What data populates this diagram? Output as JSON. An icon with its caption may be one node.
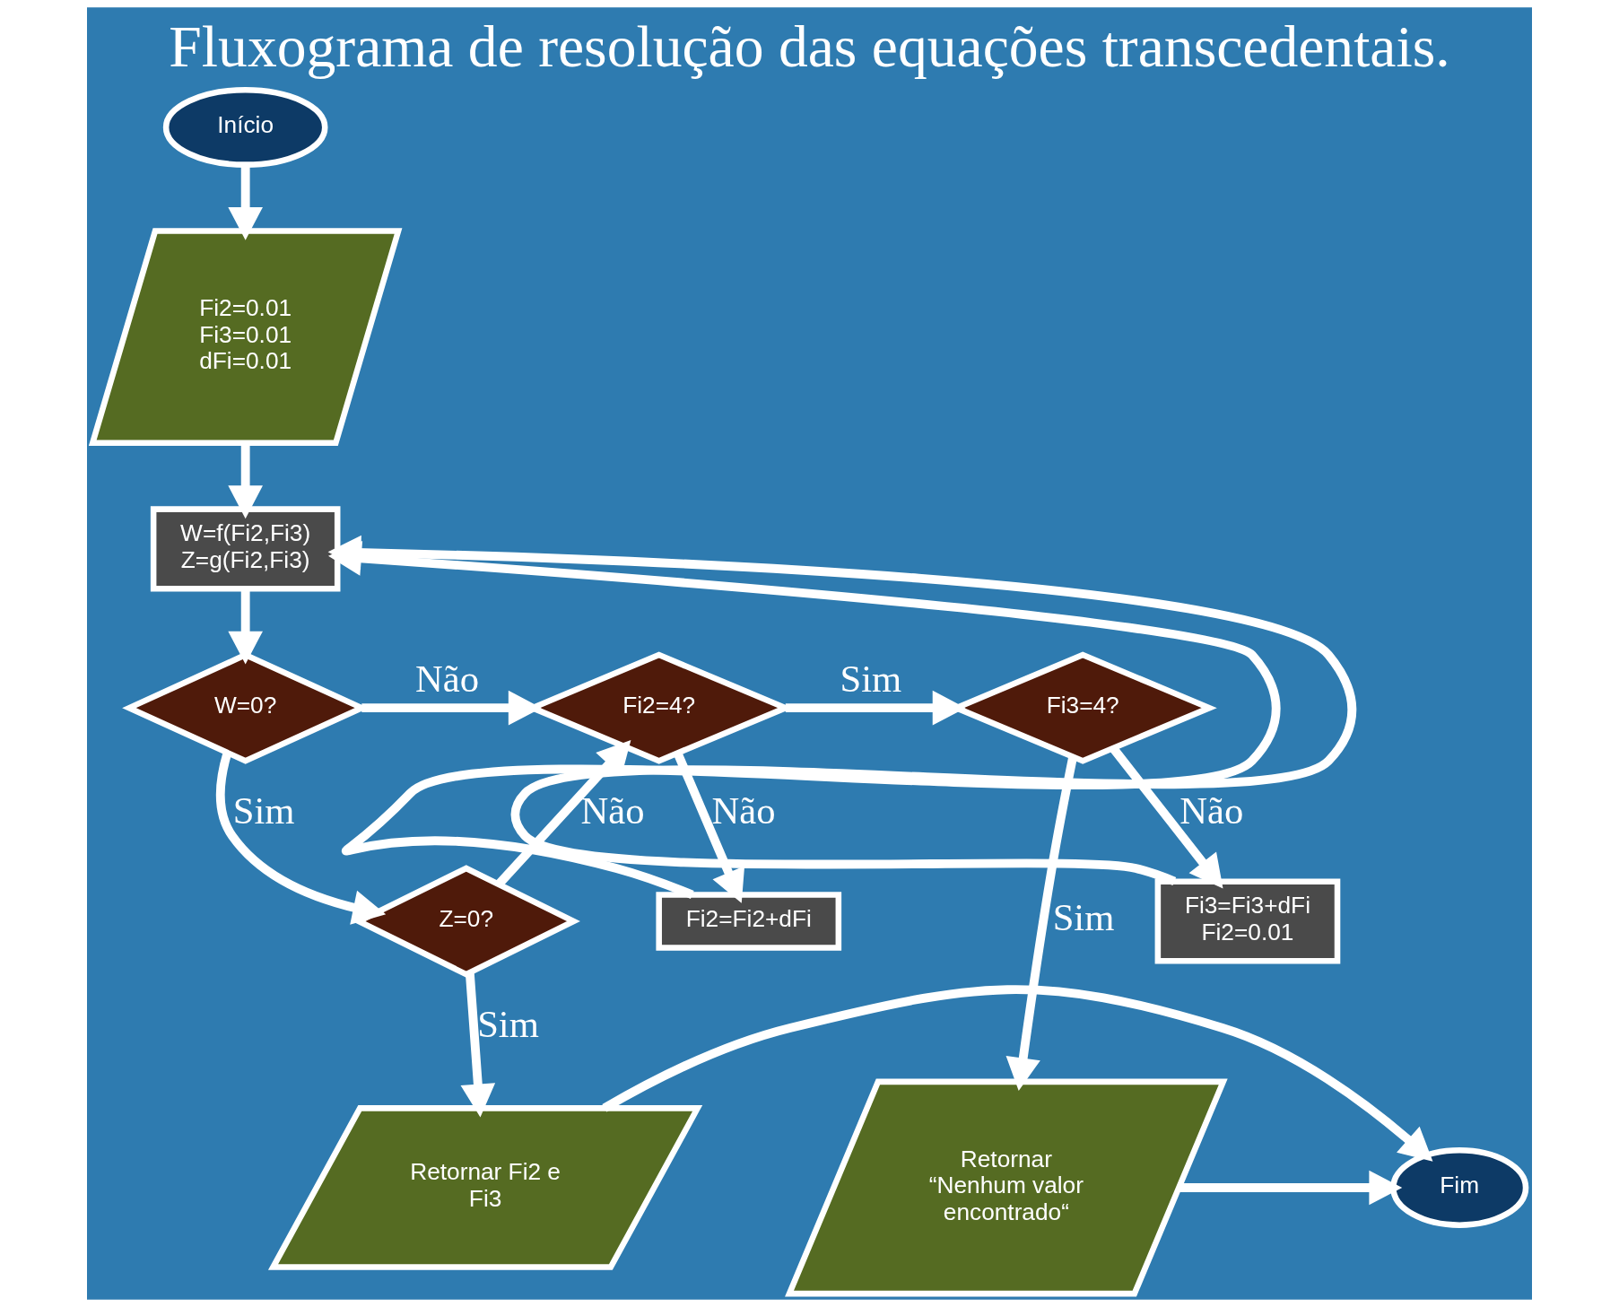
{
  "diagram": {
    "title": "Fluxograma de resolução das equações transcedentais.",
    "nodes": [
      {
        "text": [
          "Início"
        ]
      },
      {
        "text": [
          "Fi2=0.01 Fi3=0.01 dFi=0.01"
        ]
      },
      {
        "text": [
          "W=f(Fi2,Fi3) Z=g(Fi2,Fi3)"
        ]
      },
      {
        "text": [
          "W=0?"
        ]
      },
      {
        "text": [
          "Z=0?"
        ]
      },
      {
        "text": [
          "Fi2=4?"
        ]
      },
      {
        "text": [
          "Fi2=Fi2+dFi"
        ]
      },
      {
        "text": [
          "Fi3=4?"
        ]
      },
      {
        "text": [
          "Fi3=Fi3+dFi Fi2=0.01"
        ]
      },
      {
        "text": [
          "Retornar Fi2 e Fi3"
        ]
      },
      {
        "text": [
          "Fim"
        ]
      },
      {
        "text": [
          "Retornar “Nenhum valor encontrado“"
        ]
      }
    ],
    "edges": [
      {
        "from": 0,
        "to": 1,
        "arrow": "to"
      },
      {
        "from": 1,
        "to": 2,
        "arrow": "to"
      },
      {
        "from": 2,
        "to": 3,
        "arrow": "to"
      },
      {
        "from": 3,
        "to": 4,
        "arrow": "to",
        "label": "Sim"
      },
      {
        "from": 3,
        "to": 5,
        "arrow": "to",
        "label": "Não"
      },
      {
        "from": 4,
        "to": 5,
        "arrow": "to",
        "label": "Não"
      },
      {
        "from": 4,
        "to": 9,
        "arrow": "to",
        "label": "Sim"
      },
      {
        "from": 5,
        "to": 6,
        "arrow": "to",
        "label": "Não"
      },
      {
        "from": 5,
        "to": 7,
        "arrow": "to",
        "label": "Sim"
      },
      {
        "from": 6,
        "to": 2,
        "arrow": "to"
      },
      {
        "from": 7,
        "to": 8,
        "arrow": "to",
        "label": "Não"
      },
      {
        "from": 8,
        "to": 2,
        "arrow": "to"
      },
      {
        "from": 7,
        "to": 11,
        "arrow": "to",
        "label": "Sim"
      },
      {
        "from": 9,
        "to": 10,
        "arrow": "to"
      },
      {
        "from": 11,
        "to": 10,
        "arrow": "to"
      }
    ]
  }
}
